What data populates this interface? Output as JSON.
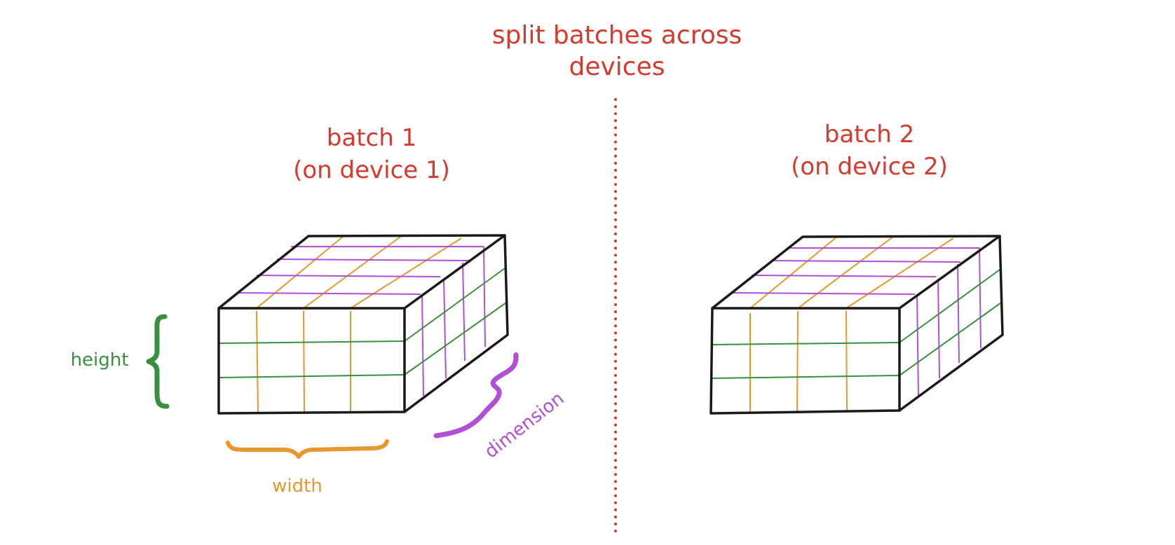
{
  "title": {
    "line1": "split batches across",
    "line2": "devices"
  },
  "batches": [
    {
      "line1": "batch 1",
      "line2": "(on device 1)"
    },
    {
      "line1": "batch 2",
      "line2": "(on device 2)"
    }
  ],
  "axes": {
    "height": "height",
    "width": "width",
    "dimension": "dimension"
  },
  "colors": {
    "title": "#d63a2f",
    "outline": "#1a1a1a",
    "height": "#3a8f3f",
    "width": "#e8962e",
    "dimension": "#b14fd6",
    "divider": "#d63a2f"
  }
}
